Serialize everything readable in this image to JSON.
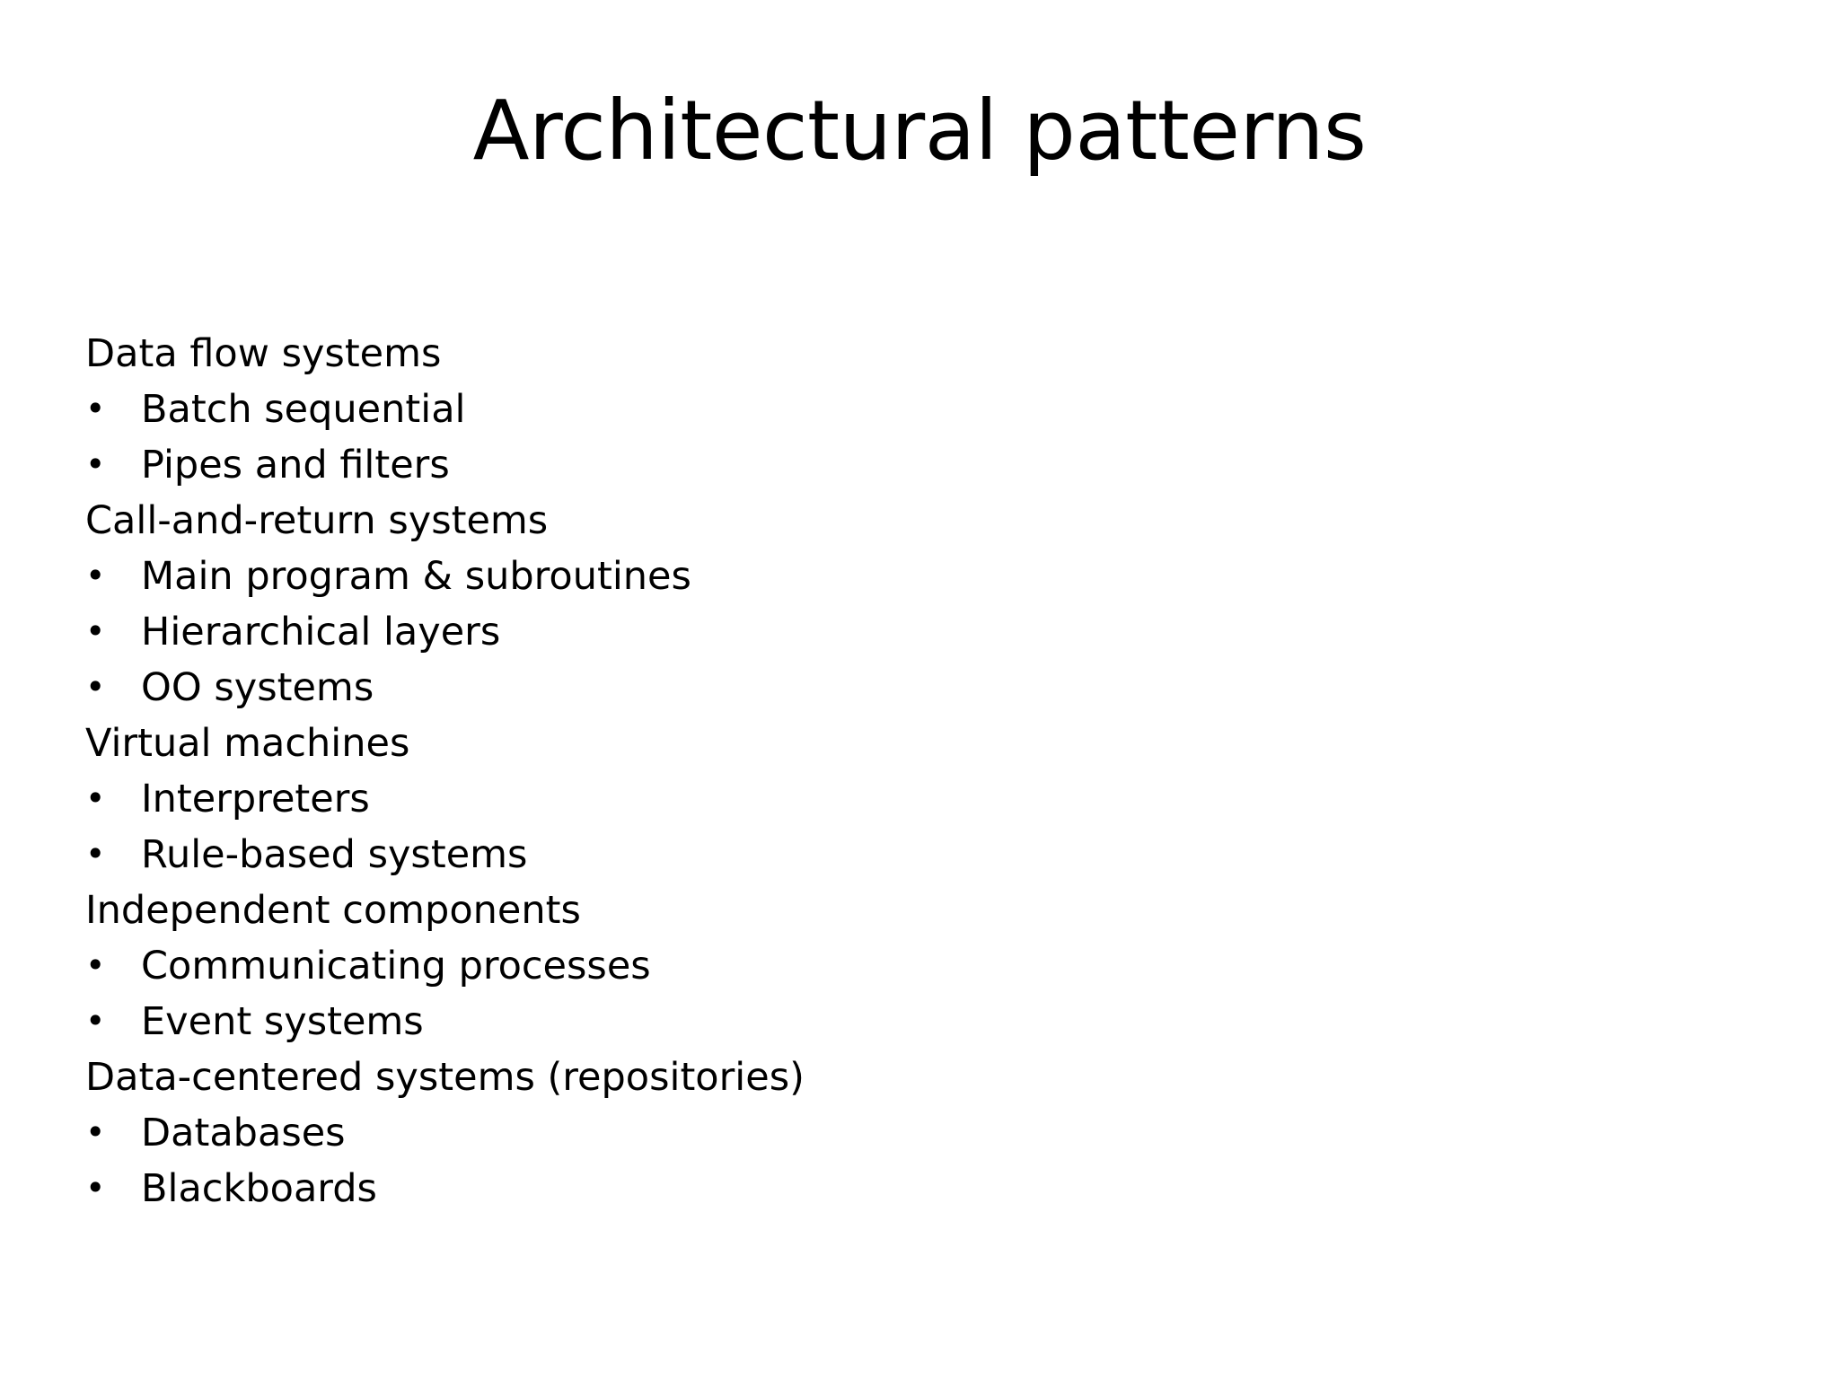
{
  "slide": {
    "background_color": "#ffffff",
    "text_color": "#000000",
    "title": "Architectural patterns",
    "bullet_glyph": "•",
    "content": [
      {
        "level": 1,
        "text": "Data flow systems"
      },
      {
        "level": 2,
        "text": "Batch sequential"
      },
      {
        "level": 2,
        "text": "Pipes and filters"
      },
      {
        "level": 1,
        "text": "Call-and-return systems"
      },
      {
        "level": 2,
        "text": "Main program & subroutines"
      },
      {
        "level": 2,
        "text": "Hierarchical layers"
      },
      {
        "level": 2,
        "text": "OO systems"
      },
      {
        "level": 1,
        "text": "Virtual machines"
      },
      {
        "level": 2,
        "text": "Interpreters"
      },
      {
        "level": 2,
        "text": "Rule-based systems"
      },
      {
        "level": 1,
        "text": "Independent components"
      },
      {
        "level": 2,
        "text": "Communicating processes"
      },
      {
        "level": 2,
        "text": "Event systems"
      },
      {
        "level": 1,
        "text": "Data-centered systems (repositories)"
      },
      {
        "level": 2,
        "text": "Databases"
      },
      {
        "level": 2,
        "text": "Blackboards"
      }
    ]
  }
}
